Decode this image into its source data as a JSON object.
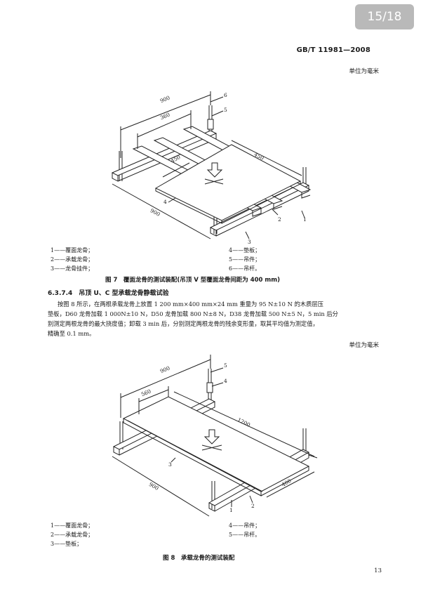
{
  "page_indicator": "15/18",
  "standard_code": "GB/T 11981—2008",
  "unit_note": "单位为毫米",
  "figure7": {
    "dims": [
      "900",
      "360",
      "450",
      "450",
      "900"
    ],
    "callouts": [
      "1",
      "2",
      "3",
      "4",
      "5",
      "6"
    ],
    "legend_left": [
      "1——覆面龙骨；",
      "2——承载龙骨；",
      "3——龙骨挂件；"
    ],
    "legend_right": [
      "4——垫板；",
      "5——吊件；",
      "6——吊杆。"
    ],
    "caption": "图 7　覆面龙骨的测试装配(吊顶 V 型覆面龙骨间距为 400 mm)"
  },
  "section": {
    "heading": "6.3.7.4　吊顶 U、C 型承载龙骨静载试验",
    "lines": [
      "按图 8 所示，在两根承载龙骨上放置 1 200 mm×400 mm×24 mm 重量为 95 N±10 N 的木质层压",
      "垫板，D60 龙骨加载 1 000N±10 N，D50 龙骨加载 800 N±8 N，D38 龙骨加载 500 N±5 N，5 min 后分",
      "别测定两根龙骨的最大挠度值；卸载 3 min 后，分别测定两根龙骨的残余变形量，取其平均值为测定值，",
      "精确至 0.1 mm。"
    ]
  },
  "figure8": {
    "dims": [
      "900",
      "560",
      "1200",
      "900",
      "400"
    ],
    "callouts": [
      "1",
      "2",
      "3",
      "4",
      "5"
    ],
    "legend_left": [
      "1——覆面龙骨；",
      "2——承载龙骨；",
      "3——垫板；"
    ],
    "legend_right": [
      "4——吊件；",
      "5——吊杆。"
    ],
    "caption": "图 8　承载龙骨的测试装配"
  },
  "page_number": "13"
}
